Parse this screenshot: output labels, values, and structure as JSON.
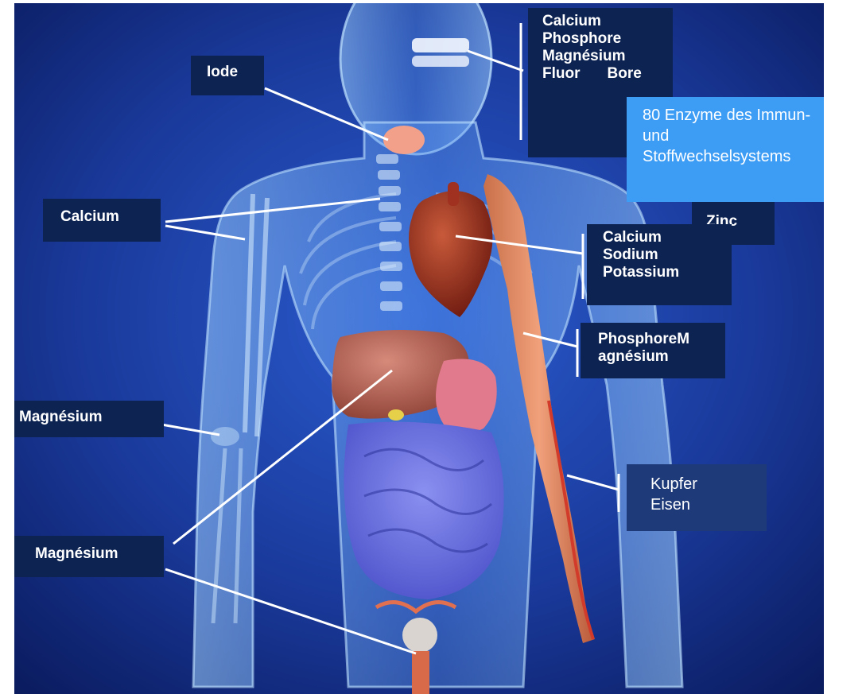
{
  "labels": {
    "teeth": [
      "Calcium",
      "Phosphore",
      "Magnésium",
      "Fluor",
      "Bore"
    ],
    "thyroid": "Iode",
    "enzymes": [
      "80 Enzyme des Immun-",
      "und",
      "Stoffwechselsystems"
    ],
    "muscle_shoulder": "Zinc",
    "arm_bone": "Calcium",
    "heart": [
      "Calcium",
      "Sodium",
      "Potassium"
    ],
    "arm_muscle": [
      "PhosphoreM",
      "agnésium"
    ],
    "elbow": "Magnésium",
    "blood": [
      "Kupfer",
      "Eisen"
    ],
    "liver_pelvis": "Magnésium"
  },
  "colors": {
    "background_dark": "#0a1a5c",
    "background_light": "#2a58c8",
    "label_dark": "#0d2352",
    "label_bright": "#3d9df5",
    "label_navy": "#1e3a78"
  }
}
